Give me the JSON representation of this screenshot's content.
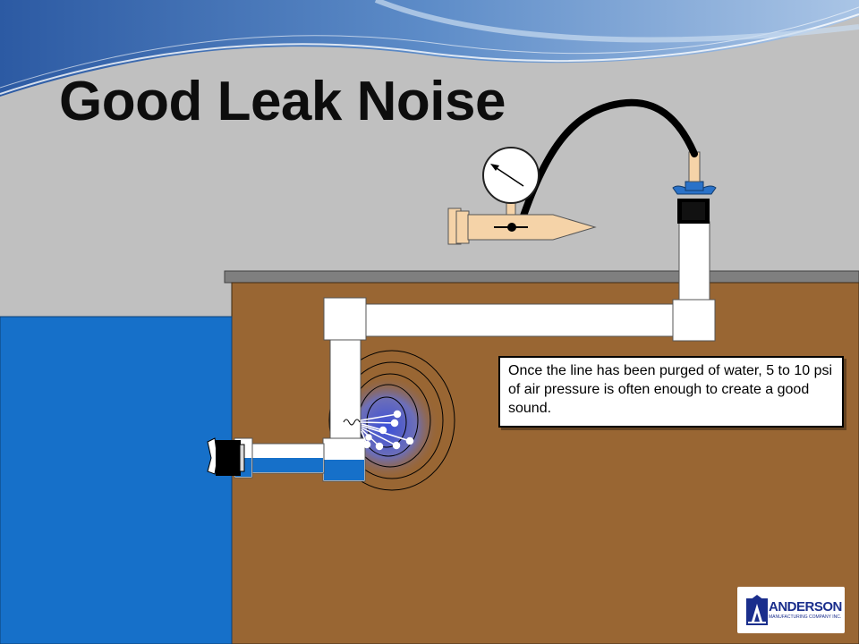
{
  "title": "Good Leak Noise",
  "callout": "Once the line has been purged of water, 5 to 10 psi of air pressure is often enough to create a good sound.",
  "logo": {
    "name": "ANDERSON",
    "subtitle": "MANUFACTURING COMPANY INC."
  },
  "colors": {
    "sky": "#c0c0c0",
    "wave_dark": "#2f5fa8",
    "wave_light": "#8fb2d9",
    "pool": "#1670c9",
    "soil": "#996633",
    "pipe": "#ffffff",
    "water_in_pipe": "#1670c9",
    "gauge_body": "#f5d3a8",
    "hose": "#000000",
    "leak_center": "#3b5bd6"
  },
  "icons": {
    "gauge": "pressure-gauge-icon",
    "valve": "air-valve-icon",
    "cap": "pipe-cap-icon",
    "leak": "leak-ripple-icon"
  }
}
